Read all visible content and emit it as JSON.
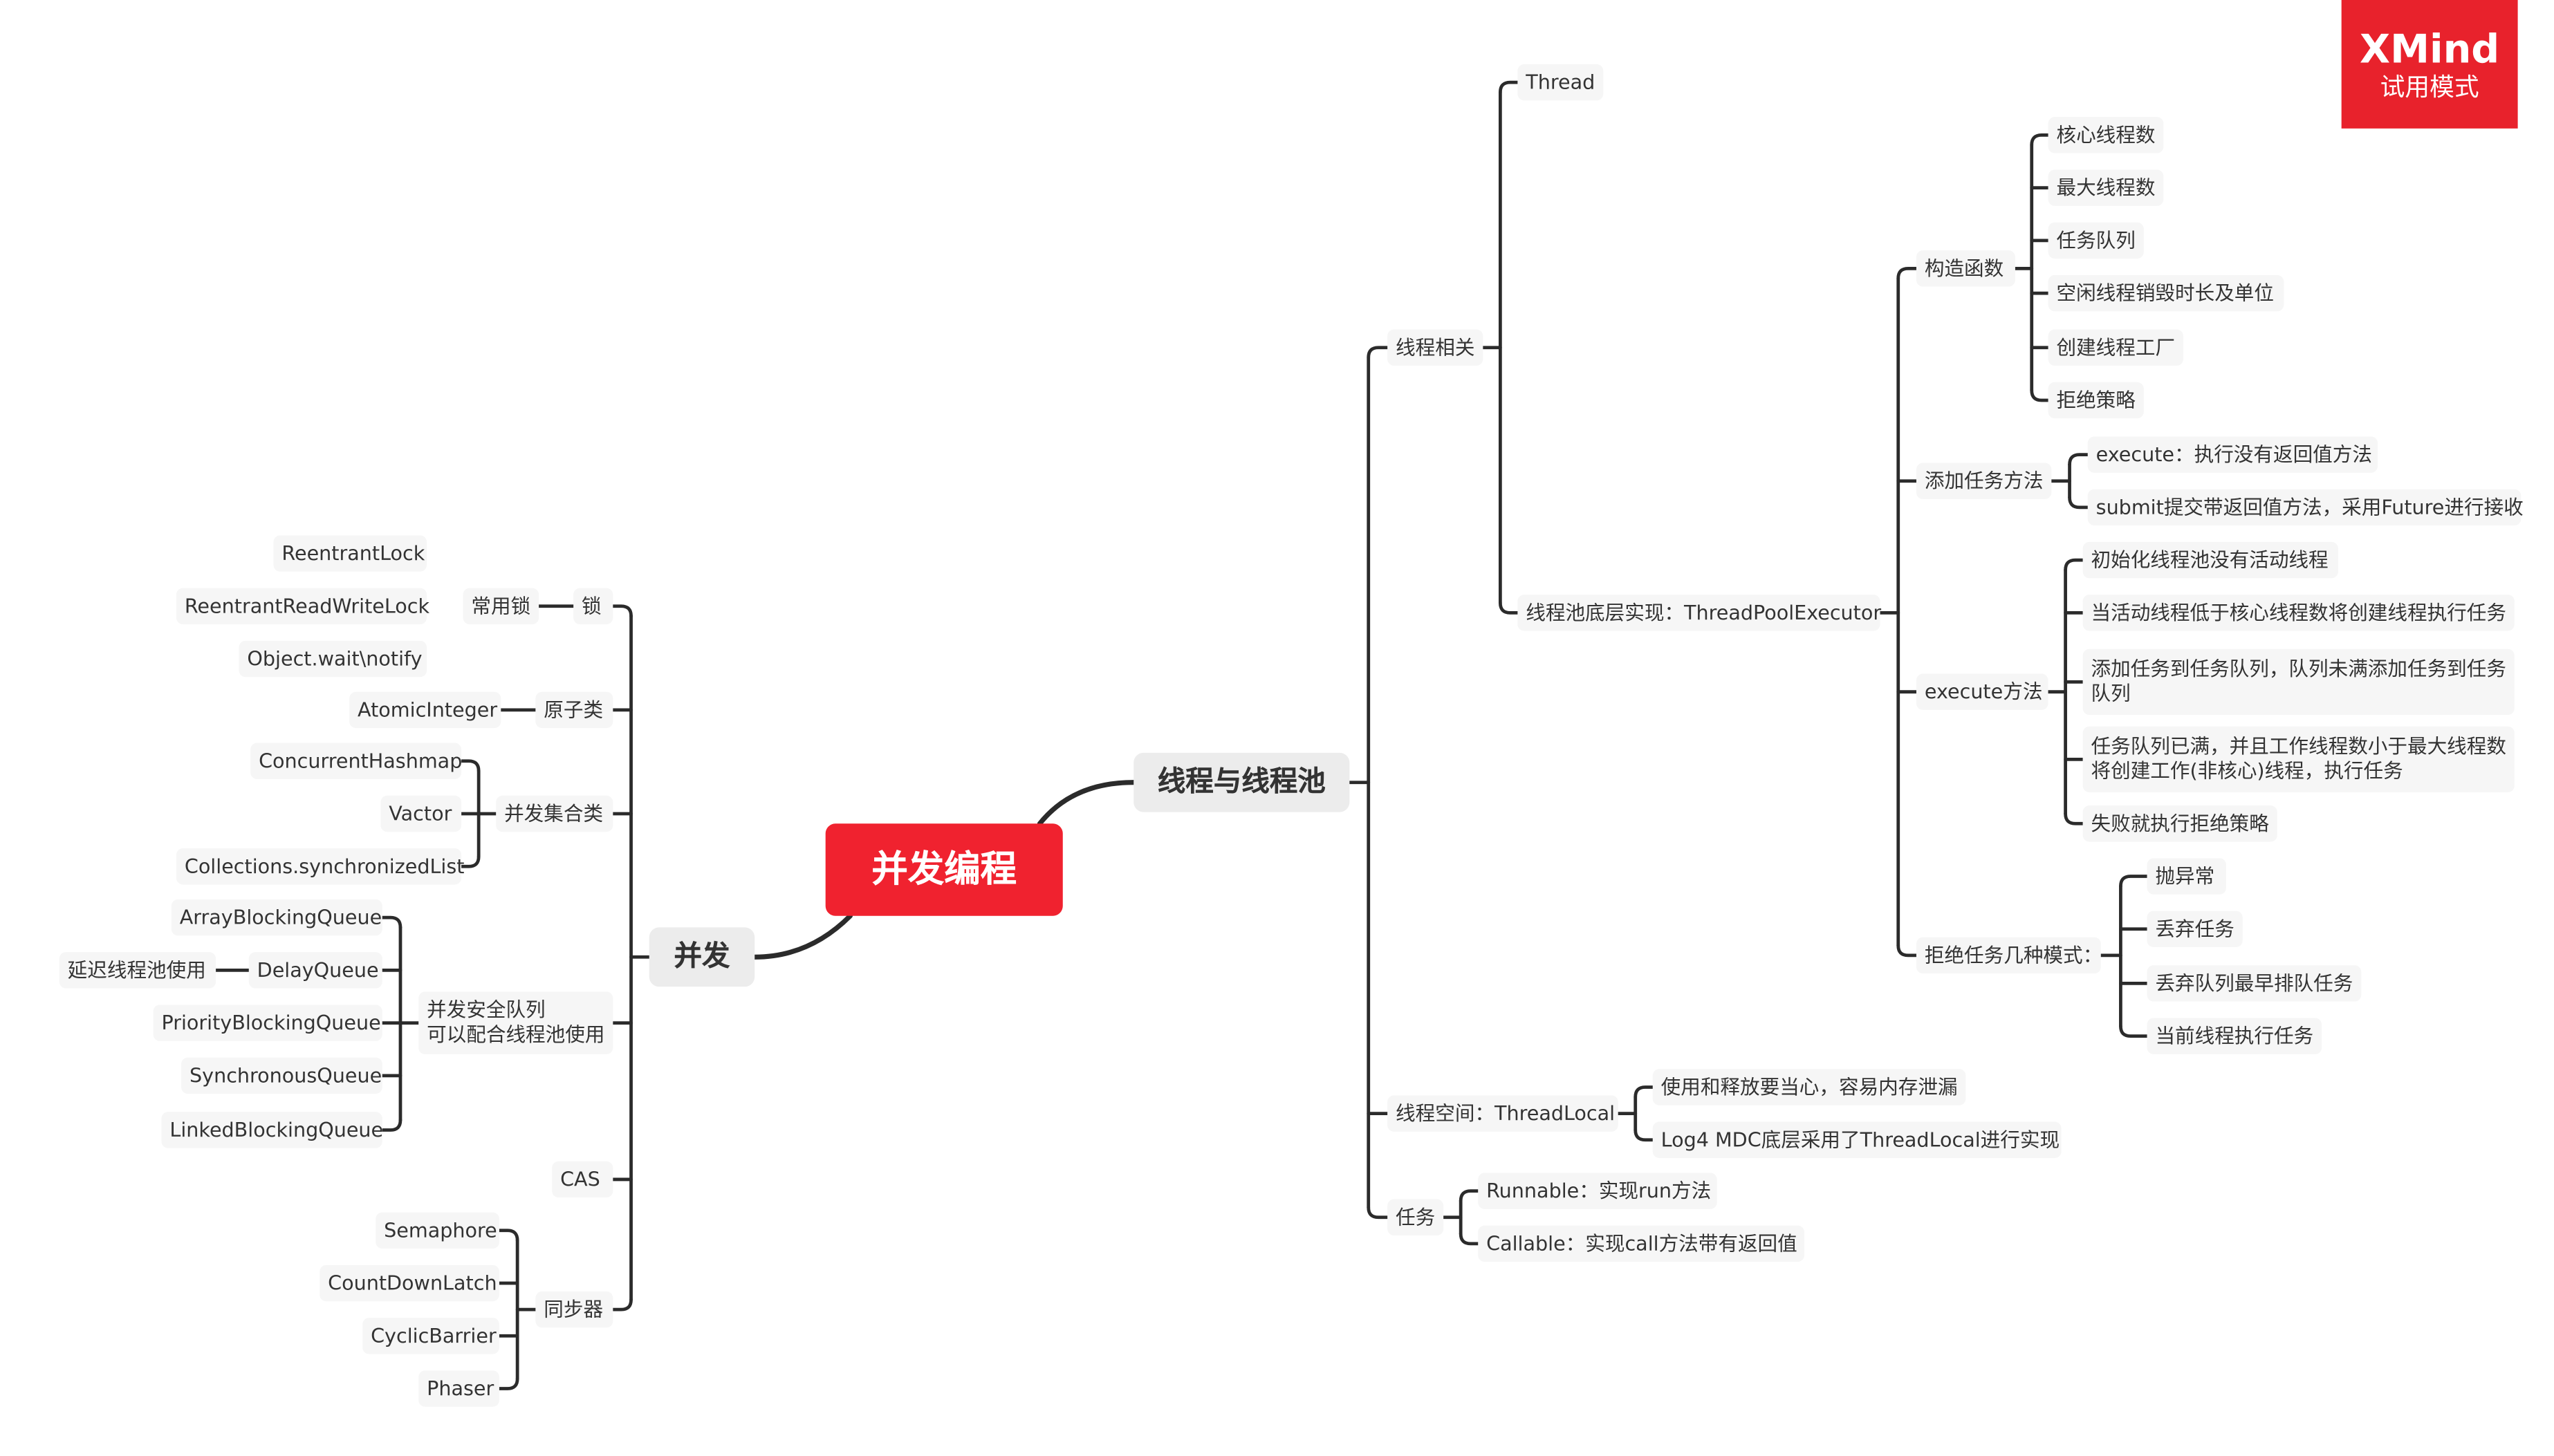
{
  "watermark": {
    "brand": "XMind",
    "mode": "试用模式"
  },
  "root": "并发编程",
  "right": {
    "label": "线程与线程池",
    "children": [
      {
        "label": "线程相关",
        "children": [
          {
            "label": "Thread"
          },
          {
            "label": "线程池底层实现：ThreadPoolExecutor",
            "children": [
              {
                "label": "构造函数",
                "children": [
                  {
                    "label": "核心线程数"
                  },
                  {
                    "label": "最大线程数"
                  },
                  {
                    "label": "任务队列"
                  },
                  {
                    "label": "空闲线程销毁时长及单位"
                  },
                  {
                    "label": "创建线程工厂"
                  },
                  {
                    "label": "拒绝策略"
                  }
                ]
              },
              {
                "label": "添加任务方法",
                "children": [
                  {
                    "label": "execute：执行没有返回值方法"
                  },
                  {
                    "label": "submit提交带返回值方法，采用Future进行接收"
                  }
                ]
              },
              {
                "label": "execute方法",
                "children": [
                  {
                    "label": "初始化线程池没有活动线程"
                  },
                  {
                    "label": "当活动线程低于核心线程数将创建线程执行任务"
                  },
                  {
                    "label": "添加任务到任务队列，队列未满添加任务到任务队列"
                  },
                  {
                    "label": "任务队列已满，并且工作线程数小于最大线程数将创建工作(非核心)线程，执行任务"
                  },
                  {
                    "label": "失败就执行拒绝策略"
                  }
                ]
              },
              {
                "label": "拒绝任务几种模式：",
                "children": [
                  {
                    "label": "抛异常"
                  },
                  {
                    "label": "丢弃任务"
                  },
                  {
                    "label": "丢弃队列最早排队任务"
                  },
                  {
                    "label": "当前线程执行任务"
                  }
                ]
              }
            ]
          }
        ]
      },
      {
        "label": "线程空间：ThreadLocal",
        "children": [
          {
            "label": "使用和释放要当心，容易内存泄漏"
          },
          {
            "label": "Log4 MDC底层采用了ThreadLocal进行实现"
          }
        ]
      },
      {
        "label": "任务",
        "children": [
          {
            "label": "Runnable：实现run方法"
          },
          {
            "label": "Callable：实现call方法带有返回值"
          }
        ]
      }
    ]
  },
  "left": {
    "label": "并发",
    "children": [
      {
        "label": "锁",
        "children": [
          {
            "label": "常用锁",
            "children": [
              {
                "label": "ReentrantLock"
              },
              {
                "label": "ReentrantReadWriteLock"
              },
              {
                "label": "Object.wait\\notify"
              }
            ]
          }
        ]
      },
      {
        "label": "原子类",
        "children": [
          {
            "label": "AtomicInteger"
          }
        ]
      },
      {
        "label": "并发集合类",
        "children": [
          {
            "label": "ConcurrentHashmap"
          },
          {
            "label": "Vactor"
          },
          {
            "label": "Collections.synchronizedList"
          }
        ]
      },
      {
        "label": "并发安全队列\n可以配合线程池使用",
        "children": [
          {
            "label": "ArrayBlockingQueue"
          },
          {
            "label": "DelayQueue",
            "children": [
              {
                "label": "延迟线程池使用"
              }
            ]
          },
          {
            "label": "PriorityBlockingQueue"
          },
          {
            "label": "SynchronousQueue"
          },
          {
            "label": "LinkedBlockingQueue"
          }
        ]
      },
      {
        "label": "CAS"
      },
      {
        "label": "同步器",
        "children": [
          {
            "label": "Semaphore"
          },
          {
            "label": "CountDownLatch"
          },
          {
            "label": "CyclicBarrier"
          },
          {
            "label": "Phaser"
          }
        ]
      }
    ]
  }
}
